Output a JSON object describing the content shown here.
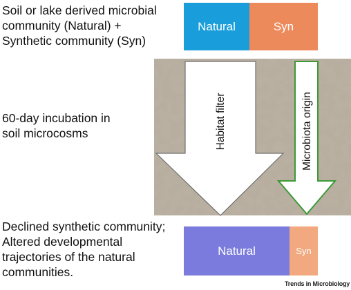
{
  "texts": {
    "top": "Soil or lake derived microbial\ncommunity (Natural) +\nSynthetic community (Syn)",
    "middle": "60-day incubation in\nsoil microcosms",
    "bottom": "Declined synthetic community;\nAltered developmental\ntrajectories of the natural\ncommunities."
  },
  "top_bar": {
    "natural_label": "Natural",
    "syn_label": "Syn",
    "natural_share": 0.49,
    "natural_color": "#1a9edb",
    "syn_color": "#ed8a5b"
  },
  "bottom_bar": {
    "natural_label": "Natural",
    "syn_label": "Syn",
    "natural_share": 0.79,
    "natural_color": "#7b7bdd",
    "syn_color": "#f2a97f"
  },
  "arrows": {
    "habitat_filter": "Habitat filter",
    "microbiota_origin": "Microbiota origin",
    "habitat_fill": "#ffffff",
    "origin_outline": "#3c9a35"
  },
  "background": {
    "texture": "soil",
    "color": "#b7aea0"
  },
  "credit": "Trends in Microbiology"
}
